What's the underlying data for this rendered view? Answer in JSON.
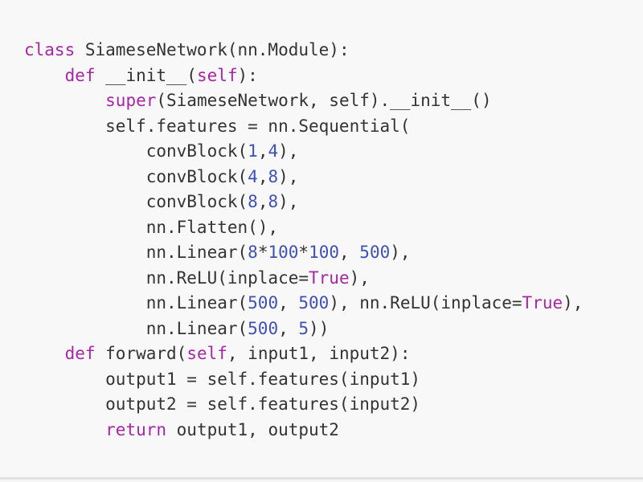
{
  "colors": {
    "background": "#f8f8f8",
    "text": "#333333",
    "keyword": "#a626a4",
    "number": "#3f51b5",
    "bottom_border": "#e2e2e2"
  },
  "code": {
    "language": "python",
    "lines": [
      [
        {
          "t": "kw",
          "v": "class"
        },
        {
          "t": "plain",
          "v": " SiameseNetwork(nn.Module):"
        }
      ],
      [
        {
          "t": "plain",
          "v": "    "
        },
        {
          "t": "kw",
          "v": "def"
        },
        {
          "t": "plain",
          "v": " __init__("
        },
        {
          "t": "kw",
          "v": "self"
        },
        {
          "t": "plain",
          "v": "):"
        }
      ],
      [
        {
          "t": "plain",
          "v": "        "
        },
        {
          "t": "kw",
          "v": "super"
        },
        {
          "t": "plain",
          "v": "(SiameseNetwork, self).__init__()"
        }
      ],
      [
        {
          "t": "plain",
          "v": "        self.features = nn.Sequential("
        }
      ],
      [
        {
          "t": "plain",
          "v": "            convBlock("
        },
        {
          "t": "num",
          "v": "1"
        },
        {
          "t": "plain",
          "v": ","
        },
        {
          "t": "num",
          "v": "4"
        },
        {
          "t": "plain",
          "v": "),"
        }
      ],
      [
        {
          "t": "plain",
          "v": "            convBlock("
        },
        {
          "t": "num",
          "v": "4"
        },
        {
          "t": "plain",
          "v": ","
        },
        {
          "t": "num",
          "v": "8"
        },
        {
          "t": "plain",
          "v": "),"
        }
      ],
      [
        {
          "t": "plain",
          "v": "            convBlock("
        },
        {
          "t": "num",
          "v": "8"
        },
        {
          "t": "plain",
          "v": ","
        },
        {
          "t": "num",
          "v": "8"
        },
        {
          "t": "plain",
          "v": "),"
        }
      ],
      [
        {
          "t": "plain",
          "v": "            nn.Flatten(),"
        }
      ],
      [
        {
          "t": "plain",
          "v": "            nn.Linear("
        },
        {
          "t": "num",
          "v": "8"
        },
        {
          "t": "plain",
          "v": "*"
        },
        {
          "t": "num",
          "v": "100"
        },
        {
          "t": "plain",
          "v": "*"
        },
        {
          "t": "num",
          "v": "100"
        },
        {
          "t": "plain",
          "v": ", "
        },
        {
          "t": "num",
          "v": "500"
        },
        {
          "t": "plain",
          "v": "),"
        }
      ],
      [
        {
          "t": "plain",
          "v": "            nn.ReLU(inplace="
        },
        {
          "t": "kw",
          "v": "True"
        },
        {
          "t": "plain",
          "v": "),"
        }
      ],
      [
        {
          "t": "plain",
          "v": "            nn.Linear("
        },
        {
          "t": "num",
          "v": "500"
        },
        {
          "t": "plain",
          "v": ", "
        },
        {
          "t": "num",
          "v": "500"
        },
        {
          "t": "plain",
          "v": "), nn.ReLU(inplace="
        },
        {
          "t": "kw",
          "v": "True"
        },
        {
          "t": "plain",
          "v": "),"
        }
      ],
      [
        {
          "t": "plain",
          "v": "            nn.Linear("
        },
        {
          "t": "num",
          "v": "500"
        },
        {
          "t": "plain",
          "v": ", "
        },
        {
          "t": "num",
          "v": "5"
        },
        {
          "t": "plain",
          "v": "))"
        }
      ],
      [
        {
          "t": "plain",
          "v": "    "
        },
        {
          "t": "kw",
          "v": "def"
        },
        {
          "t": "plain",
          "v": " forward("
        },
        {
          "t": "kw",
          "v": "self"
        },
        {
          "t": "plain",
          "v": ", input1, input2):"
        }
      ],
      [
        {
          "t": "plain",
          "v": "        output1 = self.features(input1)"
        }
      ],
      [
        {
          "t": "plain",
          "v": "        output2 = self.features(input2)"
        }
      ],
      [
        {
          "t": "plain",
          "v": "        "
        },
        {
          "t": "kw",
          "v": "return"
        },
        {
          "t": "plain",
          "v": " output1, output2"
        }
      ]
    ]
  }
}
